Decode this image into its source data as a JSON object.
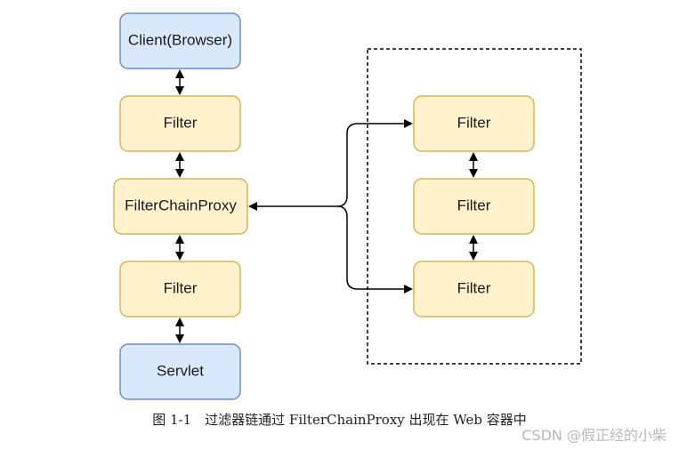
{
  "colors": {
    "blue_fill": "#dae8fc",
    "blue_stroke": "#6c8ebf",
    "yellow_fill": "#fff2cc",
    "yellow_stroke": "#d6b656",
    "line": "#000000"
  },
  "nodes": {
    "client": "Client(Browser)",
    "filter_top": "Filter",
    "proxy": "FilterChainProxy",
    "filter_bottom": "Filter",
    "servlet": "Servlet",
    "chain_filter_1": "Filter",
    "chain_filter_2": "Filter",
    "chain_filter_3": "Filter"
  },
  "caption": "图 1-1　过滤器链通过 FilterChainProxy 出现在 Web 容器中",
  "watermark": "CSDN @假正经的小柴"
}
